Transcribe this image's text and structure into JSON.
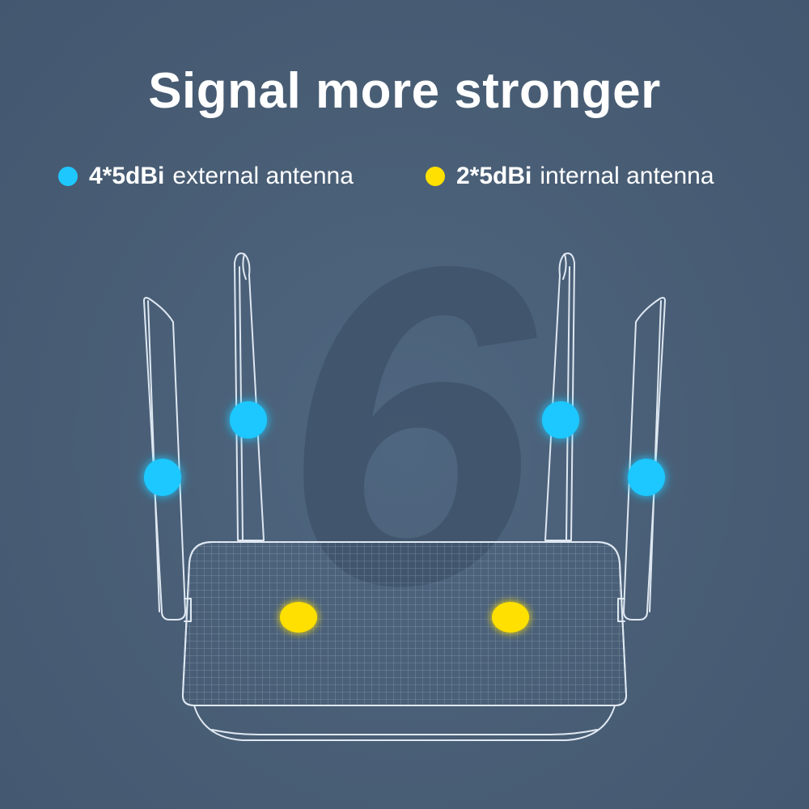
{
  "title": "Signal more stronger",
  "legend": {
    "external": {
      "strong": "4*5dBi",
      "text": "external antenna",
      "color": "#1ec8ff"
    },
    "internal": {
      "strong": "2*5dBi",
      "text": "internal antenna",
      "color": "#ffe000"
    }
  },
  "watermark": "6",
  "colors": {
    "background": "#4a6077",
    "outline": "#dfe8f2",
    "external_dot": "#1ec8ff",
    "internal_dot": "#ffe000"
  },
  "icons": {
    "router": "router-icon"
  }
}
